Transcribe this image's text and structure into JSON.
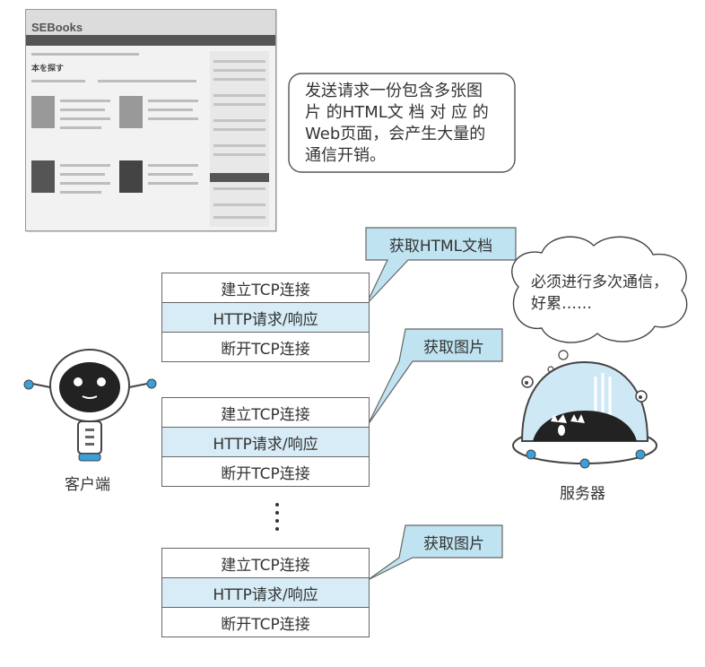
{
  "webpage_mock": {
    "logo": "SEBooks",
    "heading": "本を探す"
  },
  "note_bubble": {
    "lines": [
      "发送请求一份包含多张图",
      "片 的HTML文 档 对 应 的",
      "Web页面，会产生大量的",
      "通信开销。"
    ]
  },
  "server_bubble": {
    "lines": [
      "必须进行多次通信，",
      "好累……"
    ]
  },
  "client": {
    "label": "客户端"
  },
  "server": {
    "label": "服务器"
  },
  "sequences": [
    {
      "callout": "获取HTML文档",
      "steps": [
        "建立TCP连接",
        "HTTP请求/响应",
        "断开TCP连接"
      ]
    },
    {
      "callout": "获取图片",
      "steps": [
        "建立TCP连接",
        "HTTP请求/响应",
        "断开TCP连接"
      ]
    },
    {
      "callout": "获取图片",
      "steps": [
        "建立TCP连接",
        "HTTP请求/响应",
        "断开TCP连接"
      ]
    }
  ],
  "colors": {
    "callout_fill": "#bfe3f1",
    "highlight_row": "#d7ecf6",
    "robot_accent": "#3aa0d8"
  }
}
